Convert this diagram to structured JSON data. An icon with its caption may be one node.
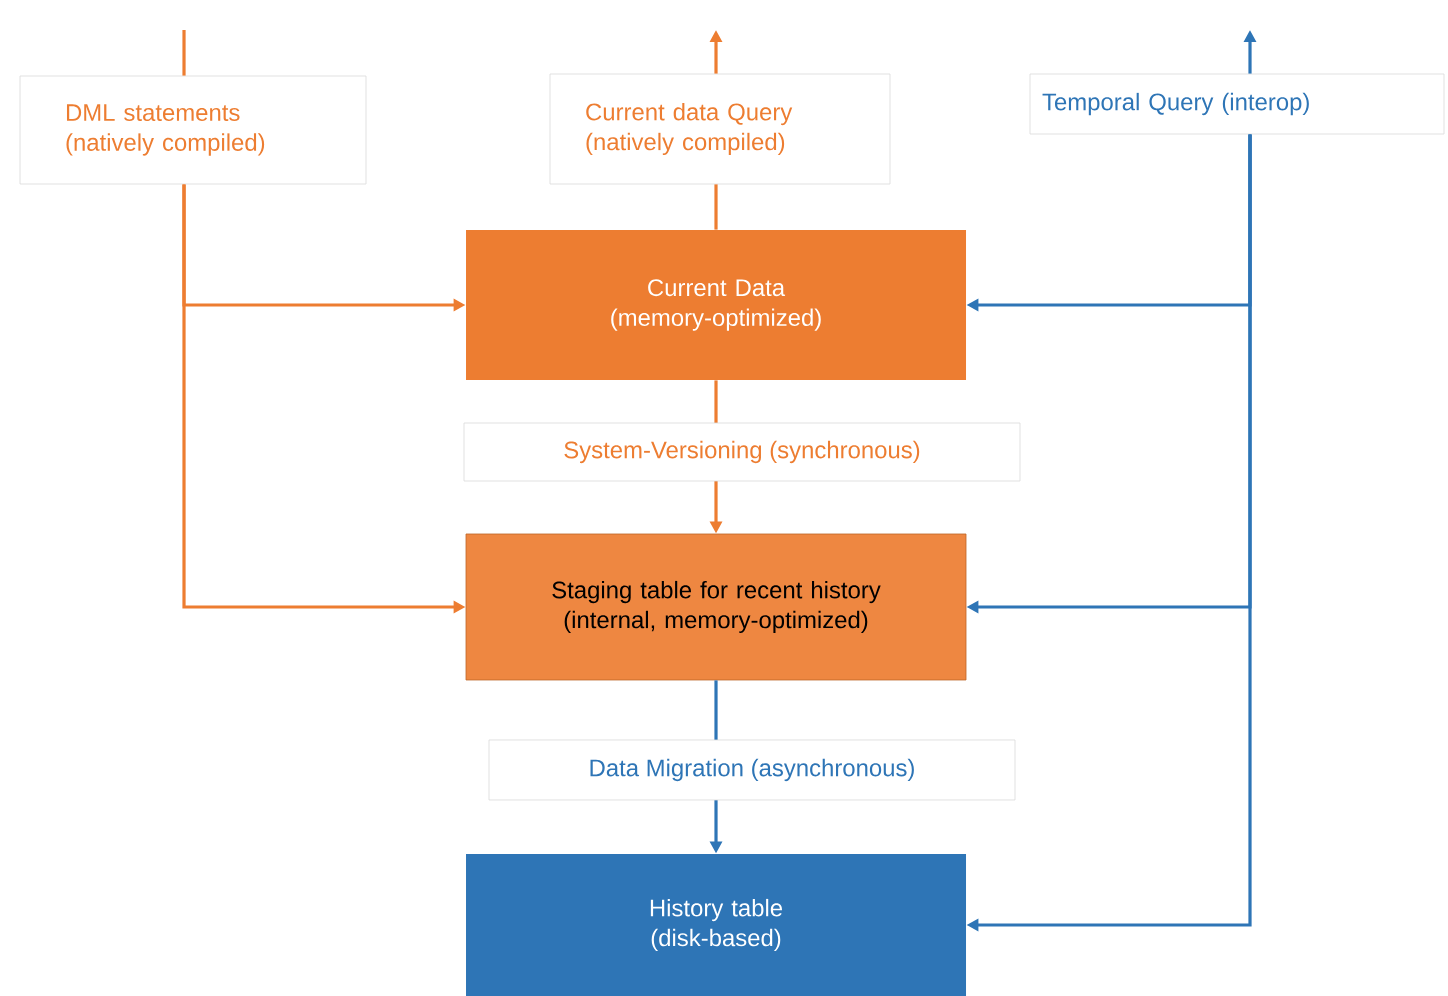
{
  "diagram": {
    "nodes": [
      {
        "text": [
          "DML statements (natively compiled)"
        ]
      },
      {
        "text": [
          "Current data Query (natively compiled)"
        ]
      },
      {
        "text": [
          "Temporal Query (interop)"
        ]
      },
      {
        "text": [
          "Current Data (memory-optimized)"
        ]
      },
      {
        "text": [
          "Staging table for recent history (internal, memory-optimized)"
        ]
      },
      {
        "text": [
          "History table (disk-based)"
        ]
      }
    ],
    "edges": [
      {
        "from": null,
        "to": 0,
        "arrow": "none"
      },
      {
        "from": 0,
        "to": 3,
        "arrow": "to"
      },
      {
        "from": 0,
        "to": 4,
        "arrow": "to"
      },
      {
        "from": 3,
        "to": 1,
        "arrow": "none"
      },
      {
        "from": 1,
        "to": null,
        "arrow": "to"
      },
      {
        "from": 3,
        "to": 4,
        "arrow": "to",
        "label": "System-Versioning (synchronous)"
      },
      {
        "from": 4,
        "to": 5,
        "arrow": "to",
        "label": "Data  Migration (asynchronous)",
        "color": "#2e75b6"
      },
      {
        "from": 2,
        "to": null,
        "arrow": "to",
        "color": "#2e75b6"
      },
      {
        "from": 2,
        "to": 3,
        "arrow": "to",
        "color": "#2e75b6"
      },
      {
        "from": 2,
        "to": 4,
        "arrow": "to",
        "color": "#2e75b6"
      },
      {
        "from": 2,
        "to": 5,
        "arrow": "to",
        "color": "#2e75b6"
      }
    ]
  }
}
